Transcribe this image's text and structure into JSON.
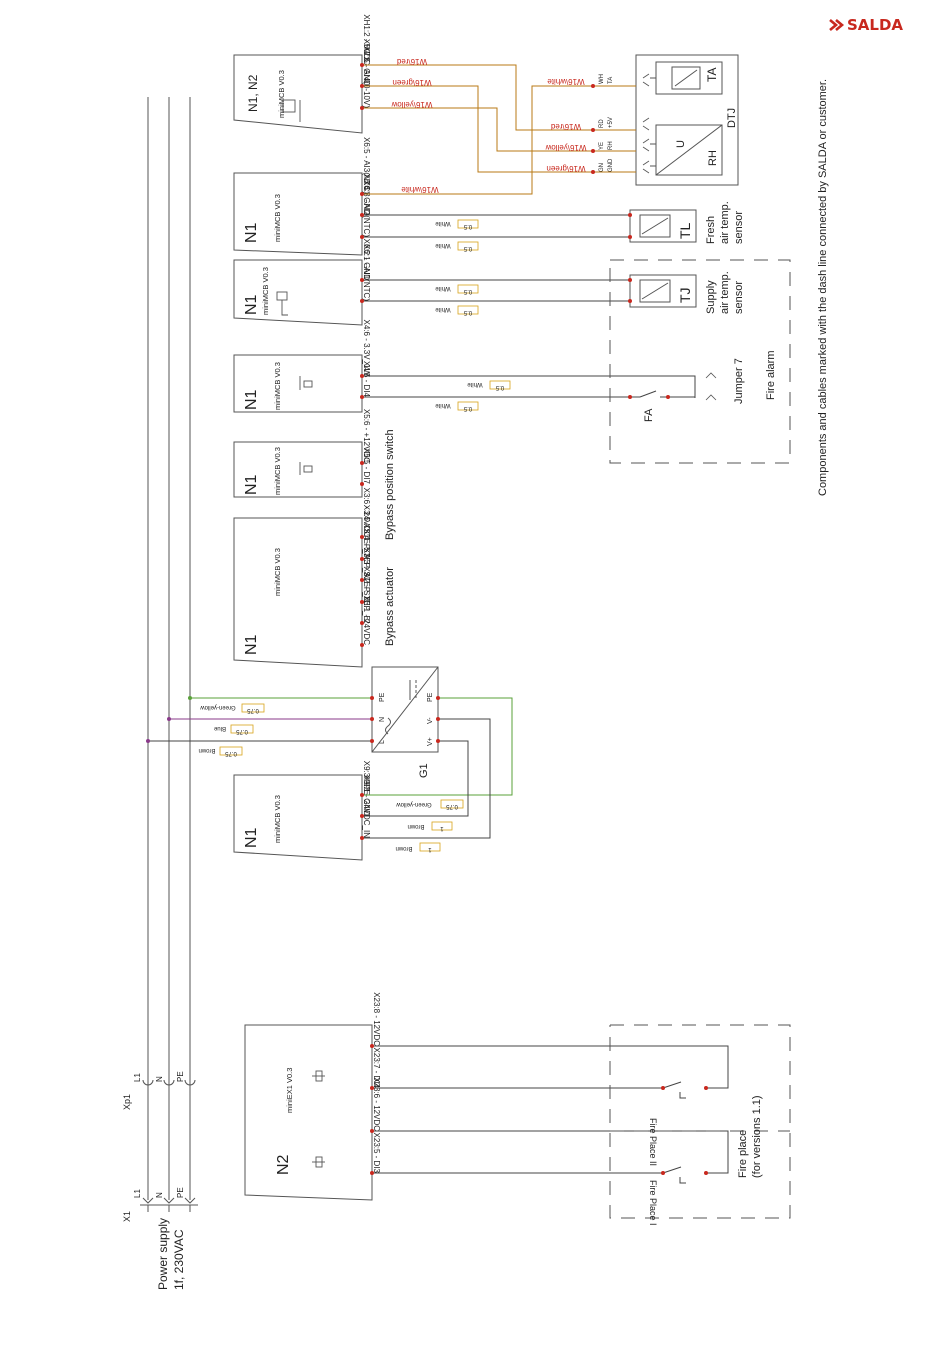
{
  "brand": {
    "name": "SALDA",
    "color": "#c8281e"
  },
  "note": "Components and cables marked with the dash line connected by SALDA or customer.",
  "colors": {
    "wire_orange": "#b87a14",
    "wire_green": "#5aa13a",
    "wire_purple": "#8a3a8a",
    "dot_red": "#c8281e"
  },
  "power": {
    "title_line1": "Power supply",
    "title_line2": "1f, 230VAC",
    "terminal_x1": "X1",
    "terminal_xp1": "Xp1",
    "l1": "L1",
    "n": "N",
    "pe": "PE"
  },
  "blocks": {
    "n1n2_title": "N1, N2",
    "n1": "N1",
    "n2": "N2",
    "mcb": "miniMCB V0.3",
    "ex": "miniEX1 V0.3"
  },
  "pins": {
    "xh12": "XH1:2 - 5VDC",
    "xh11": "XH1:1 - GND",
    "x75": "X7:5 - AI4(0-10V)",
    "x65": "X6:5 - AI3(NTC)",
    "x64": "X6:4 - GND",
    "x63": "X6:3 - AI2(NTC)",
    "x62": "X6:2 - GND",
    "x61": "X6:1 - AI1(NTC)",
    "x46": "X4:6 - 3.3V_1W",
    "x45": "X4:5 - DI4",
    "x56": "X5:6 - +12VDC",
    "x55": "X5:5 - DI7",
    "x36": "X3:6 - 24VDC",
    "x35": "X3:5 - STEP_A",
    "x34": "X3:4 - STEP_A/",
    "x33": "X3:3 - STEP_B",
    "x32": "X3:2 - STEP_B/",
    "x31": "X3:1 - 24VDC",
    "x93": "X9:3 - PE",
    "x92": "X9:2 - GND",
    "x91": "X9:1 - 24VDC_IN",
    "x238": "X23:8 - 12VDC",
    "x237": "X23:7 - DI4",
    "x236": "X23:6 - 12VDC",
    "x235": "X23:5 - DI3"
  },
  "wires": {
    "w16_red": "W16\\red",
    "w16_green": "W16\\green",
    "w16_yellow": "W16\\yellow",
    "w16_white": "W16\\white",
    "white": "White",
    "green_yellow": "Green-yellow",
    "blue": "Blue",
    "brown": "Brown",
    "size_05": "0.5",
    "size_075": "0.75",
    "size_1": "1"
  },
  "devices": {
    "dtj": "DTJ",
    "ta": "TA",
    "u": "U",
    "rh": "RH",
    "dtj_pins": [
      "WH",
      "TA",
      "RD",
      "+5V",
      "YE",
      "RH",
      "GN",
      "GND"
    ],
    "tl": "TL",
    "tj": "TJ",
    "fresh_line1": "Fresh",
    "fresh_line2": "air temp.",
    "fresh_line3": "sensor",
    "supply_line1": "Supply",
    "supply_line2": "air temp.",
    "supply_line3": "sensor",
    "jumper": "Jumper 7",
    "fire_alarm": "Fire alarm",
    "fa": "FA",
    "bypass_switch": "Bypass position switch",
    "bypass_actuator": "Bypass actuator",
    "g1": "G1",
    "g1_l": "L",
    "g1_n": "N",
    "g1_pe": "PE",
    "g1_vplus": "V+",
    "g1_vminus": "V-",
    "g1_pe2": "PE",
    "fire_place_1": "Fire Place I",
    "fire_place_2": "Fire Place II",
    "fire_place_line1": "Fire place",
    "fire_place_line2": "(for versions 1.1)"
  }
}
